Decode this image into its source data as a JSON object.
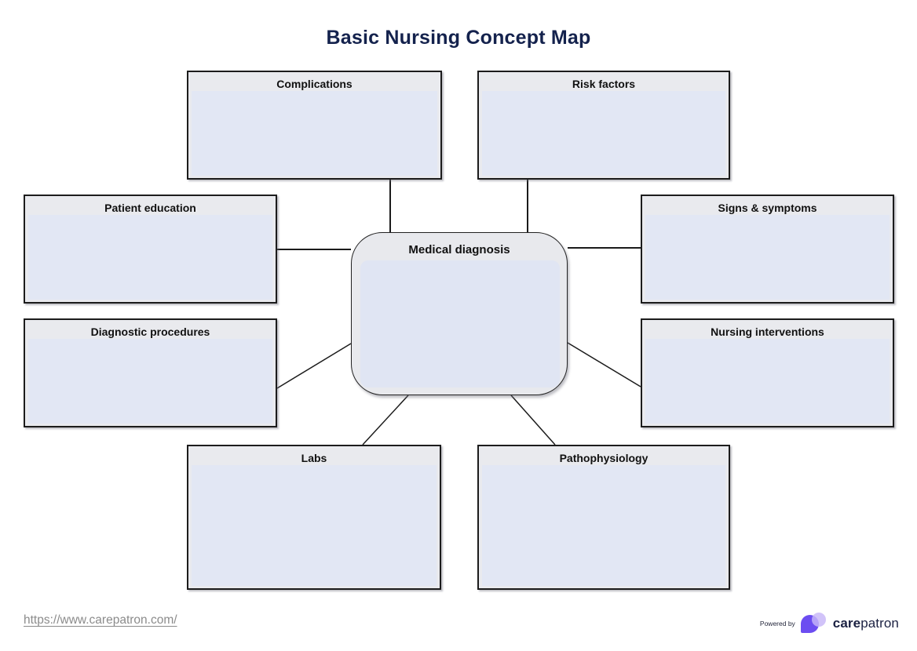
{
  "title": "Basic Nursing Concept Map",
  "center": {
    "label": "Medical diagnosis"
  },
  "nodes": [
    {
      "id": "complications",
      "label": "Complications"
    },
    {
      "id": "risk-factors",
      "label": "Risk factors"
    },
    {
      "id": "patient-education",
      "label": "Patient education"
    },
    {
      "id": "signs-symptoms",
      "label": "Signs & symptoms"
    },
    {
      "id": "diagnostic-procedures",
      "label": "Diagnostic procedures"
    },
    {
      "id": "nursing-interventions",
      "label": "Nursing interventions"
    },
    {
      "id": "labs",
      "label": "Labs"
    },
    {
      "id": "pathophysiology",
      "label": "Pathophysiology"
    }
  ],
  "footer": {
    "url": "https://www.carepatron.com/",
    "powered_by_label": "Powered by",
    "brand_bold": "care",
    "brand_regular": "patron"
  },
  "colors": {
    "title_navy": "#14224d",
    "box_header_gray": "#e9eaee",
    "box_body_blue": "#e2e7f4",
    "border_black": "#1c1c1c",
    "brand_purple": "#6c4df1",
    "brand_lavender": "#c7b6f8",
    "url_gray": "#8b8b8b"
  }
}
